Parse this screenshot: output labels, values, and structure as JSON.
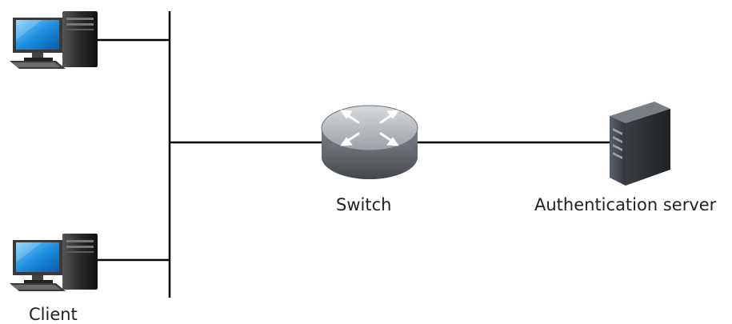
{
  "labels": {
    "switch": "Switch",
    "server": "Authentication server",
    "client": "Client"
  },
  "colors": {
    "line": "#000000",
    "screen": "#1e8fe0",
    "tower": "#2a2a2a",
    "switch_body": "#8c9096",
    "server_body": "#4a4f55"
  },
  "icons": [
    "computer-icon",
    "switch-icon",
    "server-icon"
  ]
}
